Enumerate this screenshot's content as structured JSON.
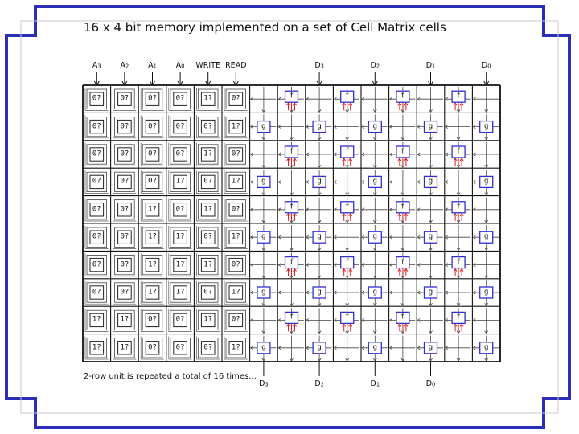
{
  "title": "16 x 4 bit memory implemented on a set of Cell Matrix cells",
  "top_labels": {
    "address": [
      "A3",
      "A2",
      "A1",
      "A0"
    ],
    "write": "WRITE",
    "read": "READ",
    "data": [
      "D3",
      "D2",
      "D1",
      "D0"
    ]
  },
  "bottom_labels": [
    "D3",
    "D2",
    "D1",
    "D0"
  ],
  "caption": "2-row unit is repeated a total of 16 times...",
  "cell_values": [
    [
      "0?",
      "0?",
      "0?",
      "0?",
      "1?",
      "0?"
    ],
    [
      "0?",
      "0?",
      "0?",
      "0?",
      "0?",
      "1?"
    ],
    [
      "0?",
      "0?",
      "0?",
      "0?",
      "1?",
      "0?"
    ],
    [
      "0?",
      "0?",
      "0?",
      "1?",
      "0?",
      "1?"
    ],
    [
      "0?",
      "0?",
      "1?",
      "0?",
      "1?",
      "0?"
    ],
    [
      "0?",
      "0?",
      "1?",
      "1?",
      "0?",
      "1?"
    ],
    [
      "0?",
      "0?",
      "1?",
      "1?",
      "1?",
      "0?"
    ],
    [
      "0?",
      "0?",
      "1?",
      "1?",
      "0?",
      "1?"
    ],
    [
      "1?",
      "1?",
      "0?",
      "0?",
      "1?",
      "0?"
    ],
    [
      "1?",
      "1?",
      "0?",
      "0?",
      "0?",
      "1?"
    ]
  ],
  "gate_labels": {
    "odd_row": "f",
    "even_row": "g"
  },
  "colors": {
    "frame": "#2a2fb5",
    "gate_box": "#3030d0",
    "feedback": "#e02020",
    "grid": "#111111"
  }
}
